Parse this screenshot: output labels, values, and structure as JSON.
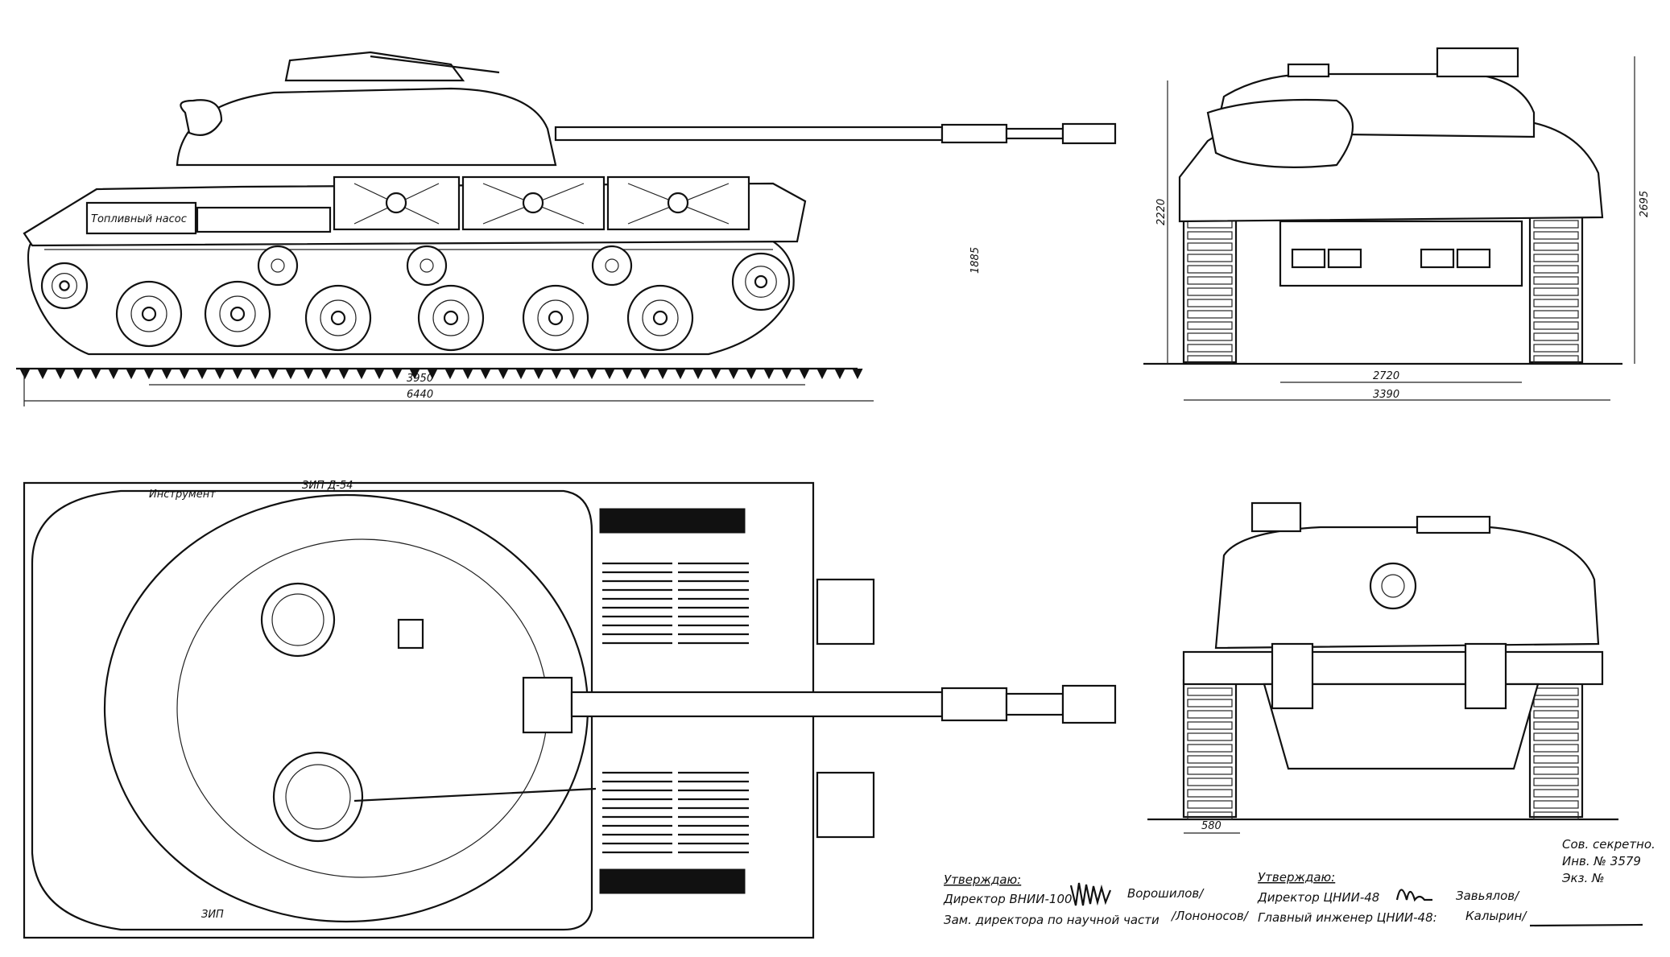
{
  "drawing": {
    "side_view": {
      "dimensions": {
        "track_contact_length": "3950",
        "overall_length": "6440",
        "height": "1885"
      },
      "hull_box_labels": [
        "Топливный насос"
      ]
    },
    "front_view": {
      "dimensions": {
        "track_center_width": "2720",
        "overall_width": "3390",
        "hull_height": "2220",
        "overall_height": "2695"
      }
    },
    "top_view": {
      "labels": {
        "tools": "Инструмент",
        "spares_gun": "ЗИП Д-54",
        "spares": "ЗИП"
      }
    },
    "rear_view": {
      "dimensions": {
        "track_width": "580"
      }
    },
    "approval_left": {
      "heading": "Утверждаю:",
      "line1": "Директор ВНИИ-100",
      "name1": "Ворошилов/",
      "line2": "Зам. директора по научной части",
      "name2": "/Лононосов/"
    },
    "approval_right": {
      "heading": "Утверждаю:",
      "line1": "Директор ЦНИИ-48",
      "name1": "Завьялов/",
      "line2": "Главный инженер ЦНИИ-48:",
      "name2": "Калырин/"
    },
    "classification": {
      "line1": "Сов. секретно.",
      "line2": "Инв. № 3579",
      "line3": "Экз. №"
    }
  }
}
